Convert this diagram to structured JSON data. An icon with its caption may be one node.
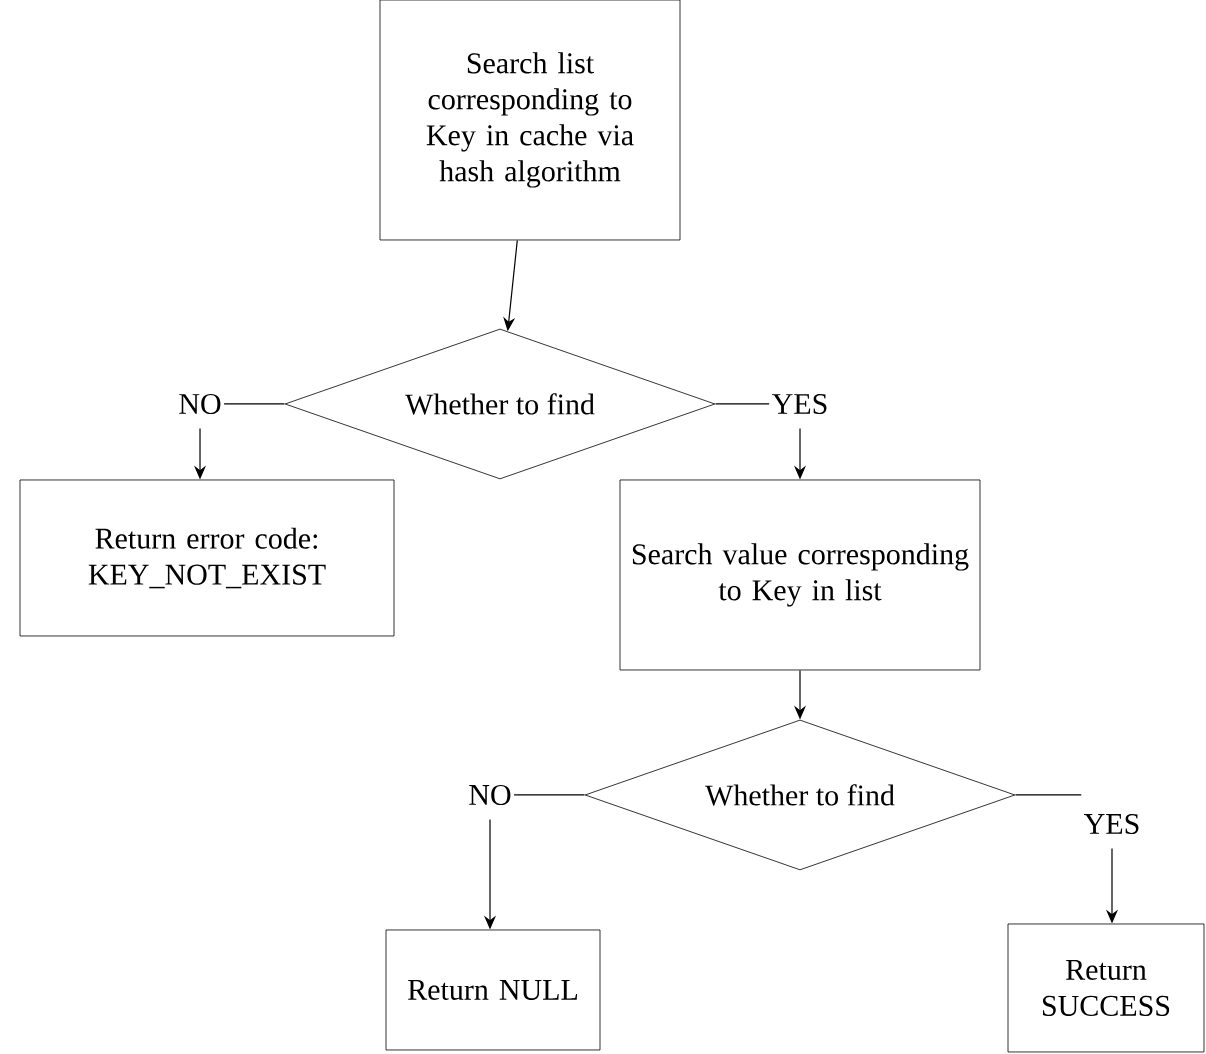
{
  "diagram": {
    "nodes": [
      {
        "text": [
          "Search list corresponding to Key in cache via hash algorithm"
        ]
      },
      {
        "text": [
          "Whether to find"
        ]
      },
      {
        "text": [
          "Return error code: KEY_NOT_EXIST"
        ]
      },
      {
        "text": [
          "Search value corresponding to Key in list"
        ]
      },
      {
        "text": [
          "Whether to find"
        ]
      },
      {
        "text": [
          "Return NULL"
        ]
      },
      {
        "text": [
          "Return SUCCESS"
        ]
      }
    ],
    "edges": [
      {
        "from": 0,
        "to": 1,
        "arrow": "to"
      },
      {
        "from": 1,
        "to": 2,
        "arrow": "to",
        "label": "NO"
      },
      {
        "from": 1,
        "to": 3,
        "arrow": "to",
        "label": "YES"
      },
      {
        "from": 3,
        "to": 4,
        "arrow": "to"
      },
      {
        "from": 4,
        "to": 5,
        "arrow": "to",
        "label": "NO"
      },
      {
        "from": 4,
        "to": 6,
        "arrow": "to",
        "label": "YES"
      }
    ]
  }
}
